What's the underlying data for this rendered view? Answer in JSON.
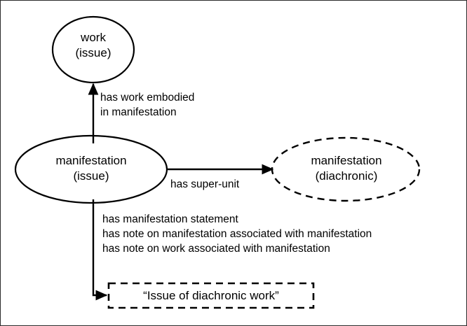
{
  "diagram": {
    "type": "entity-relationship-graph",
    "background_color": "#ffffff",
    "line_color": "#000000",
    "text_color": "#000000",
    "border_color": "#2b2b2b",
    "nodes": [
      {
        "id": "work-issue",
        "shape": "ellipse",
        "stroke": "solid",
        "line1": "work",
        "line2": "(issue)"
      },
      {
        "id": "manifestation-issue",
        "shape": "ellipse",
        "stroke": "solid",
        "line1": "manifestation",
        "line2": "(issue)"
      },
      {
        "id": "manifestation-diachronic",
        "shape": "ellipse",
        "stroke": "dashed",
        "line1": "manifestation",
        "line2": "(diachronic)"
      },
      {
        "id": "issue-of-diachronic-work",
        "shape": "rectangle",
        "stroke": "dashed",
        "text": "“Issue of diachronic work”"
      }
    ],
    "edges": [
      {
        "id": "embodied",
        "from": "manifestation-issue",
        "to": "work-issue",
        "direction": "up",
        "label_line1": "has work embodied",
        "label_line2": "in manifestation"
      },
      {
        "id": "super-unit",
        "from": "manifestation-issue",
        "to": "manifestation-diachronic",
        "direction": "right",
        "label_line1": "has super-unit"
      },
      {
        "id": "statements",
        "from": "manifestation-issue",
        "to": "issue-of-diachronic-work",
        "direction": "down-right",
        "label_line1": "has manifestation statement",
        "label_line2": "has note on manifestation associated with manifestation",
        "label_line3": "has note on work associated with manifestation"
      }
    ]
  }
}
